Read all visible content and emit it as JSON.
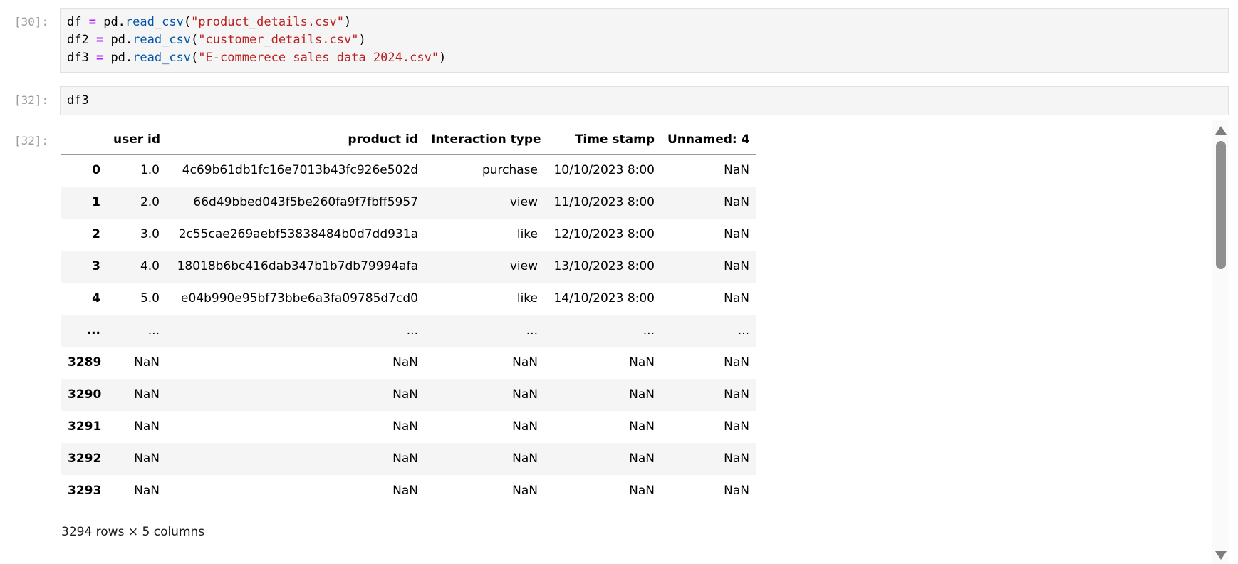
{
  "colors": {
    "syntax_operator": "#aa22ff",
    "syntax_property": "#0055aa",
    "syntax_string": "#ba2121",
    "cell_background": "#f5f5f5",
    "table_stripe": "#f5f5f5"
  },
  "cells": [
    {
      "type": "code",
      "prompt": "[30]:",
      "code_lines": [
        [
          {
            "t": "df ",
            "c": "n"
          },
          {
            "t": "=",
            "c": "o"
          },
          {
            "t": " pd.",
            "c": "n"
          },
          {
            "t": "read_csv",
            "c": "f"
          },
          {
            "t": "(",
            "c": "n"
          },
          {
            "t": "\"product_details.csv\"",
            "c": "s"
          },
          {
            "t": ")",
            "c": "n"
          }
        ],
        [
          {
            "t": "df2 ",
            "c": "n"
          },
          {
            "t": "=",
            "c": "o"
          },
          {
            "t": " pd.",
            "c": "n"
          },
          {
            "t": "read_csv",
            "c": "f"
          },
          {
            "t": "(",
            "c": "n"
          },
          {
            "t": "\"customer_details.csv\"",
            "c": "s"
          },
          {
            "t": ")",
            "c": "n"
          }
        ],
        [
          {
            "t": "df3 ",
            "c": "n"
          },
          {
            "t": "=",
            "c": "o"
          },
          {
            "t": " pd.",
            "c": "n"
          },
          {
            "t": "read_csv",
            "c": "f"
          },
          {
            "t": "(",
            "c": "n"
          },
          {
            "t": "\"E-commerece sales data 2024.csv\"",
            "c": "s"
          },
          {
            "t": ")",
            "c": "n"
          }
        ]
      ]
    },
    {
      "type": "code",
      "prompt": "[32]:",
      "code_lines": [
        [
          {
            "t": "df3",
            "c": "n"
          }
        ]
      ]
    }
  ],
  "output": {
    "prompt": "[32]:",
    "dataframe": {
      "columns": [
        "",
        "user id",
        "product id",
        "Interaction type",
        "Time stamp",
        "Unnamed: 4"
      ],
      "rows": [
        [
          "0",
          "1.0",
          "4c69b61db1fc16e7013b43fc926e502d",
          "purchase",
          "10/10/2023 8:00",
          "NaN"
        ],
        [
          "1",
          "2.0",
          "66d49bbed043f5be260fa9f7fbff5957",
          "view",
          "11/10/2023 8:00",
          "NaN"
        ],
        [
          "2",
          "3.0",
          "2c55cae269aebf53838484b0d7dd931a",
          "like",
          "12/10/2023 8:00",
          "NaN"
        ],
        [
          "3",
          "4.0",
          "18018b6bc416dab347b1b7db79994afa",
          "view",
          "13/10/2023 8:00",
          "NaN"
        ],
        [
          "4",
          "5.0",
          "e04b990e95bf73bbe6a3fa09785d7cd0",
          "like",
          "14/10/2023 8:00",
          "NaN"
        ],
        [
          "...",
          "...",
          "...",
          "...",
          "...",
          "..."
        ],
        [
          "3289",
          "NaN",
          "NaN",
          "NaN",
          "NaN",
          "NaN"
        ],
        [
          "3290",
          "NaN",
          "NaN",
          "NaN",
          "NaN",
          "NaN"
        ],
        [
          "3291",
          "NaN",
          "NaN",
          "NaN",
          "NaN",
          "NaN"
        ],
        [
          "3292",
          "NaN",
          "NaN",
          "NaN",
          "NaN",
          "NaN"
        ],
        [
          "3293",
          "NaN",
          "NaN",
          "NaN",
          "NaN",
          "NaN"
        ]
      ],
      "footer": "3294 rows × 5 columns"
    }
  },
  "scrollbar": {
    "up_icon": "triangle-up",
    "down_icon": "triangle-down"
  }
}
